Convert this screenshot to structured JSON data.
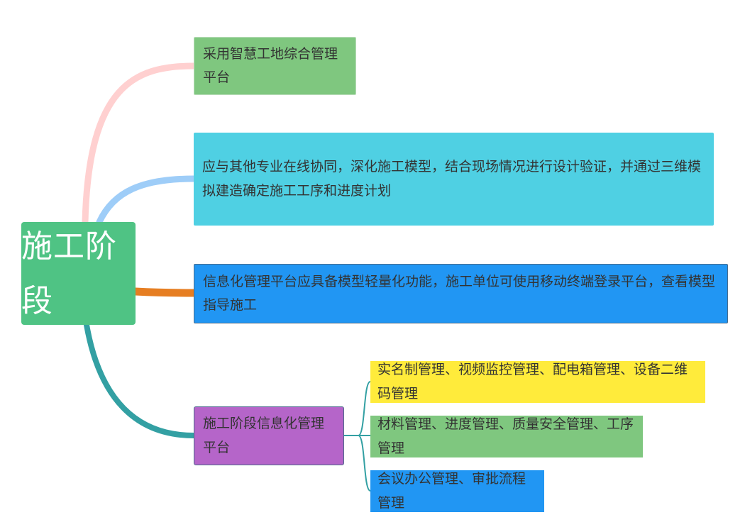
{
  "root": {
    "label": "施工阶段"
  },
  "branches": [
    {
      "label": "采用智慧工地综合管理平台",
      "color": "#ffd0d0"
    },
    {
      "label": "应与其他专业在线协同，深化施工模型，结合现场情况进行设计验证，并通过三维模拟建造确定施工工序和进度计划",
      "color": "#9ecdf8"
    },
    {
      "label": "信息化管理平台应具备模型轻量化功能，施工单位可使用移动终端登录平台，查看模型指导施工",
      "color": "#e67e22"
    },
    {
      "label": "施工阶段信息化管理平台",
      "color": "#33a0a3",
      "children": [
        {
          "label": "实名制管理、视频监控管理、配电箱管理、设备二维码管理"
        },
        {
          "label": "材料管理、进度管理、质量安全管理、工序管理"
        },
        {
          "label": "会议办公管理、审批流程管理"
        }
      ]
    }
  ],
  "colors": {
    "root_fill": "#4fc384",
    "node1_fill": "#7fc77f",
    "node2_fill": "#4fd0e3",
    "node3_fill": "#2196f3",
    "node4_fill": "#b565c9",
    "child1_fill": "#ffeb3b",
    "child2_fill": "#7fc77f",
    "child3_fill": "#2196f3",
    "sub_connector": "#33a0a3"
  }
}
